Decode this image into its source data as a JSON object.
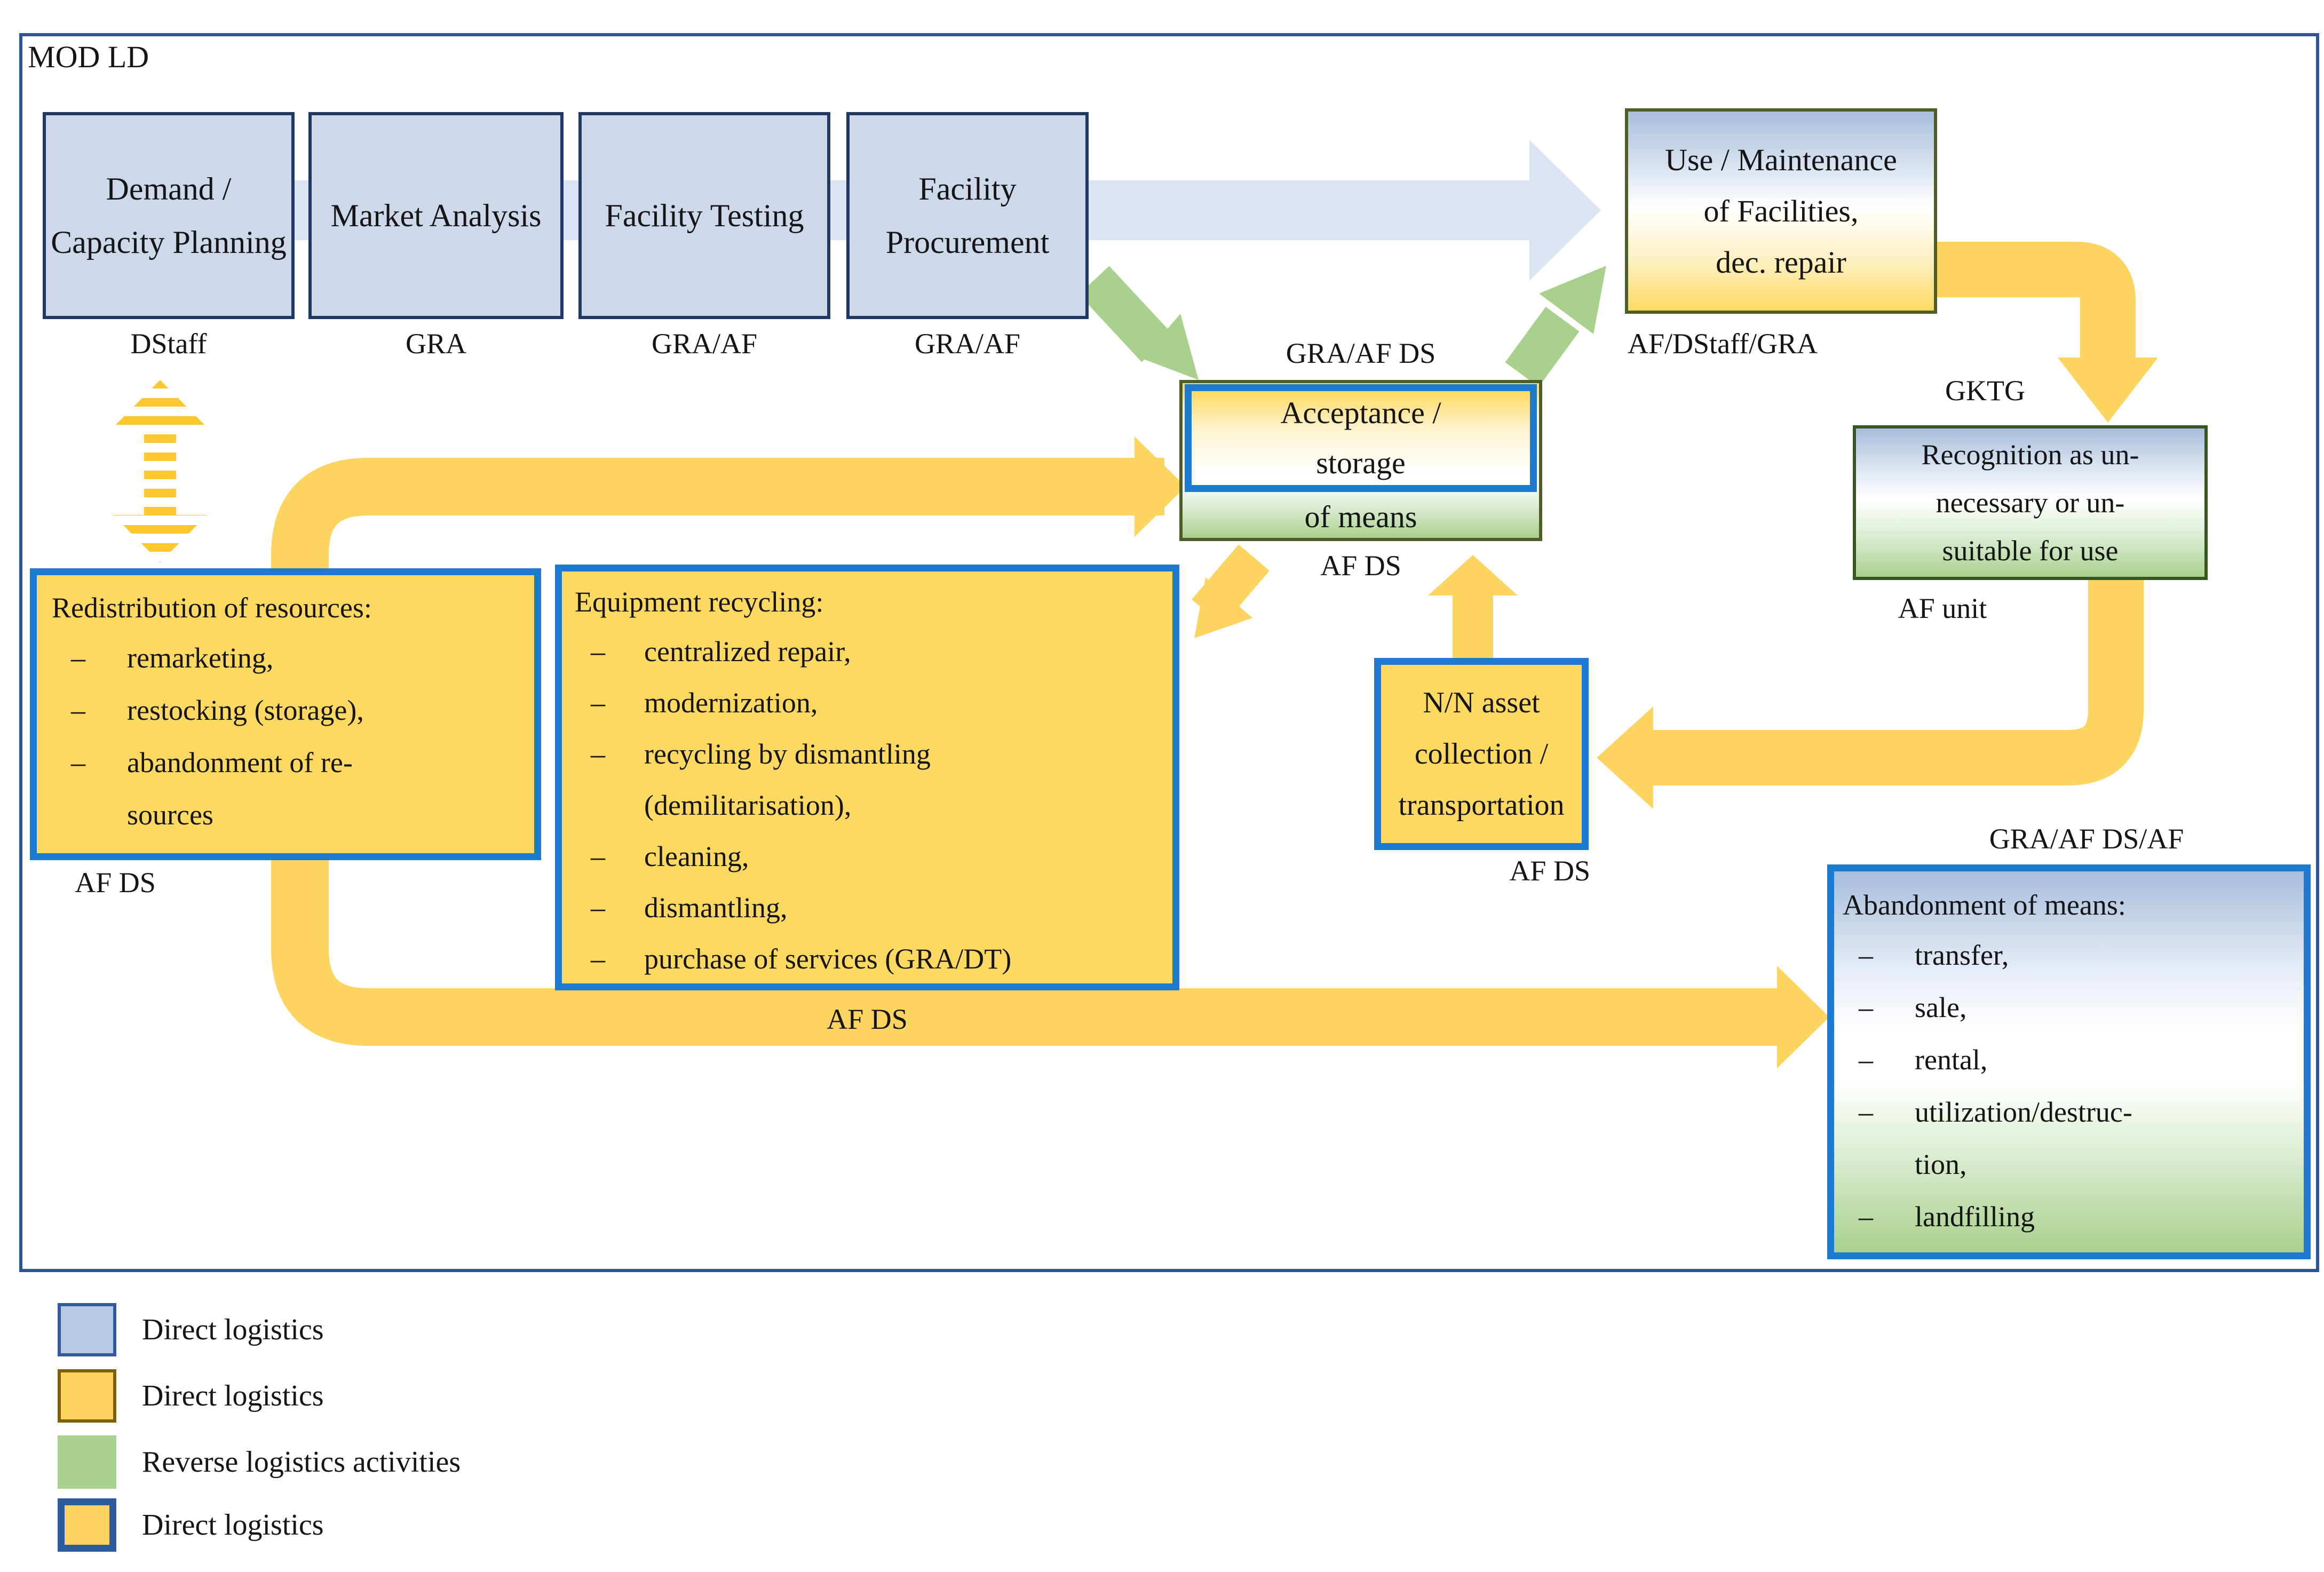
{
  "diagram": {
    "frame_label": "MOD LD",
    "top_row": [
      {
        "label": "Demand / Capacity Planning",
        "sub": "DStaff"
      },
      {
        "label": "Market Analysis",
        "sub": "GRA"
      },
      {
        "label": "Facility Testing",
        "sub": "GRA/AF"
      },
      {
        "label": "Facility Procurement",
        "sub": "GRA/AF"
      }
    ],
    "use_maintenance": {
      "lines": [
        "Use / Maintenance",
        "of Facilities,",
        "dec. repair"
      ],
      "sub": "AF/DStaff/GRA"
    },
    "gktg_label": "GKTG",
    "recognition": {
      "lines": [
        "Recognition as un-",
        "necessary or un-",
        "suitable for use"
      ],
      "sub": "AF unit"
    },
    "acceptance": {
      "top_label": "GRA/AF DS",
      "lines": [
        "Acceptance /",
        "storage"
      ],
      "bottom_line": "of means",
      "sub": "AF DS"
    },
    "nn_asset": {
      "lines": [
        "N/N asset",
        "collection /",
        "transportation"
      ],
      "sub": "AF DS"
    },
    "redistribution": {
      "title": "Redistribution of resources:",
      "items": [
        {
          "b": "–",
          "t": "remarketing,"
        },
        {
          "b": "–",
          "t": "restocking (storage),"
        },
        {
          "b": "–",
          "t": "abandonment of re-"
        },
        {
          "b": "",
          "t": "sources"
        }
      ],
      "sub": "AF DS"
    },
    "equipment": {
      "title": "Equipment recycling:",
      "items": [
        {
          "b": "–",
          "t": "centralized repair,"
        },
        {
          "b": "–",
          "t": "modernization,"
        },
        {
          "b": "–",
          "t": "recycling by dismantling"
        },
        {
          "b": "",
          "t": "(demilitarisation),"
        },
        {
          "b": "–",
          "t": "cleaning,"
        },
        {
          "b": "–",
          "t": "dismantling,"
        },
        {
          "b": "–",
          "t": "purchase of services (GRA/DT)"
        }
      ],
      "sub": "AF DS"
    },
    "abandonment": {
      "top_label": "GRA/AF DS/AF",
      "title": "Abandonment of means:",
      "items": [
        {
          "b": "–",
          "t": "transfer,"
        },
        {
          "b": "–",
          "t": "sale,"
        },
        {
          "b": "–",
          "t": "rental,"
        },
        {
          "b": "–",
          "t": "utilization/destruc-"
        },
        {
          "b": "",
          "t": "tion,"
        },
        {
          "b": "–",
          "t": "landfilling"
        }
      ]
    }
  },
  "legend": [
    {
      "swatch": "blue",
      "label": "Direct logistics"
    },
    {
      "swatch": "yellow",
      "label": "Direct logistics"
    },
    {
      "swatch": "green",
      "label": "Reverse logistics activities"
    },
    {
      "swatch": "yellow-blue-border",
      "label": "Direct logistics"
    }
  ],
  "colors": {
    "top_box_fill": "#cdd8eb",
    "top_box_border": "#1f3864",
    "outer_border": "#2e5496",
    "direct_blue_arrow": "#dce4f4",
    "direct_yellow": "#fcd45f",
    "box_yellow": "#fed961",
    "reverse_green": "#a9d18e",
    "thick_blue_border": "#1c7ad0",
    "olive_border": "#4e5e27",
    "dark_green_border": "#38561f"
  }
}
